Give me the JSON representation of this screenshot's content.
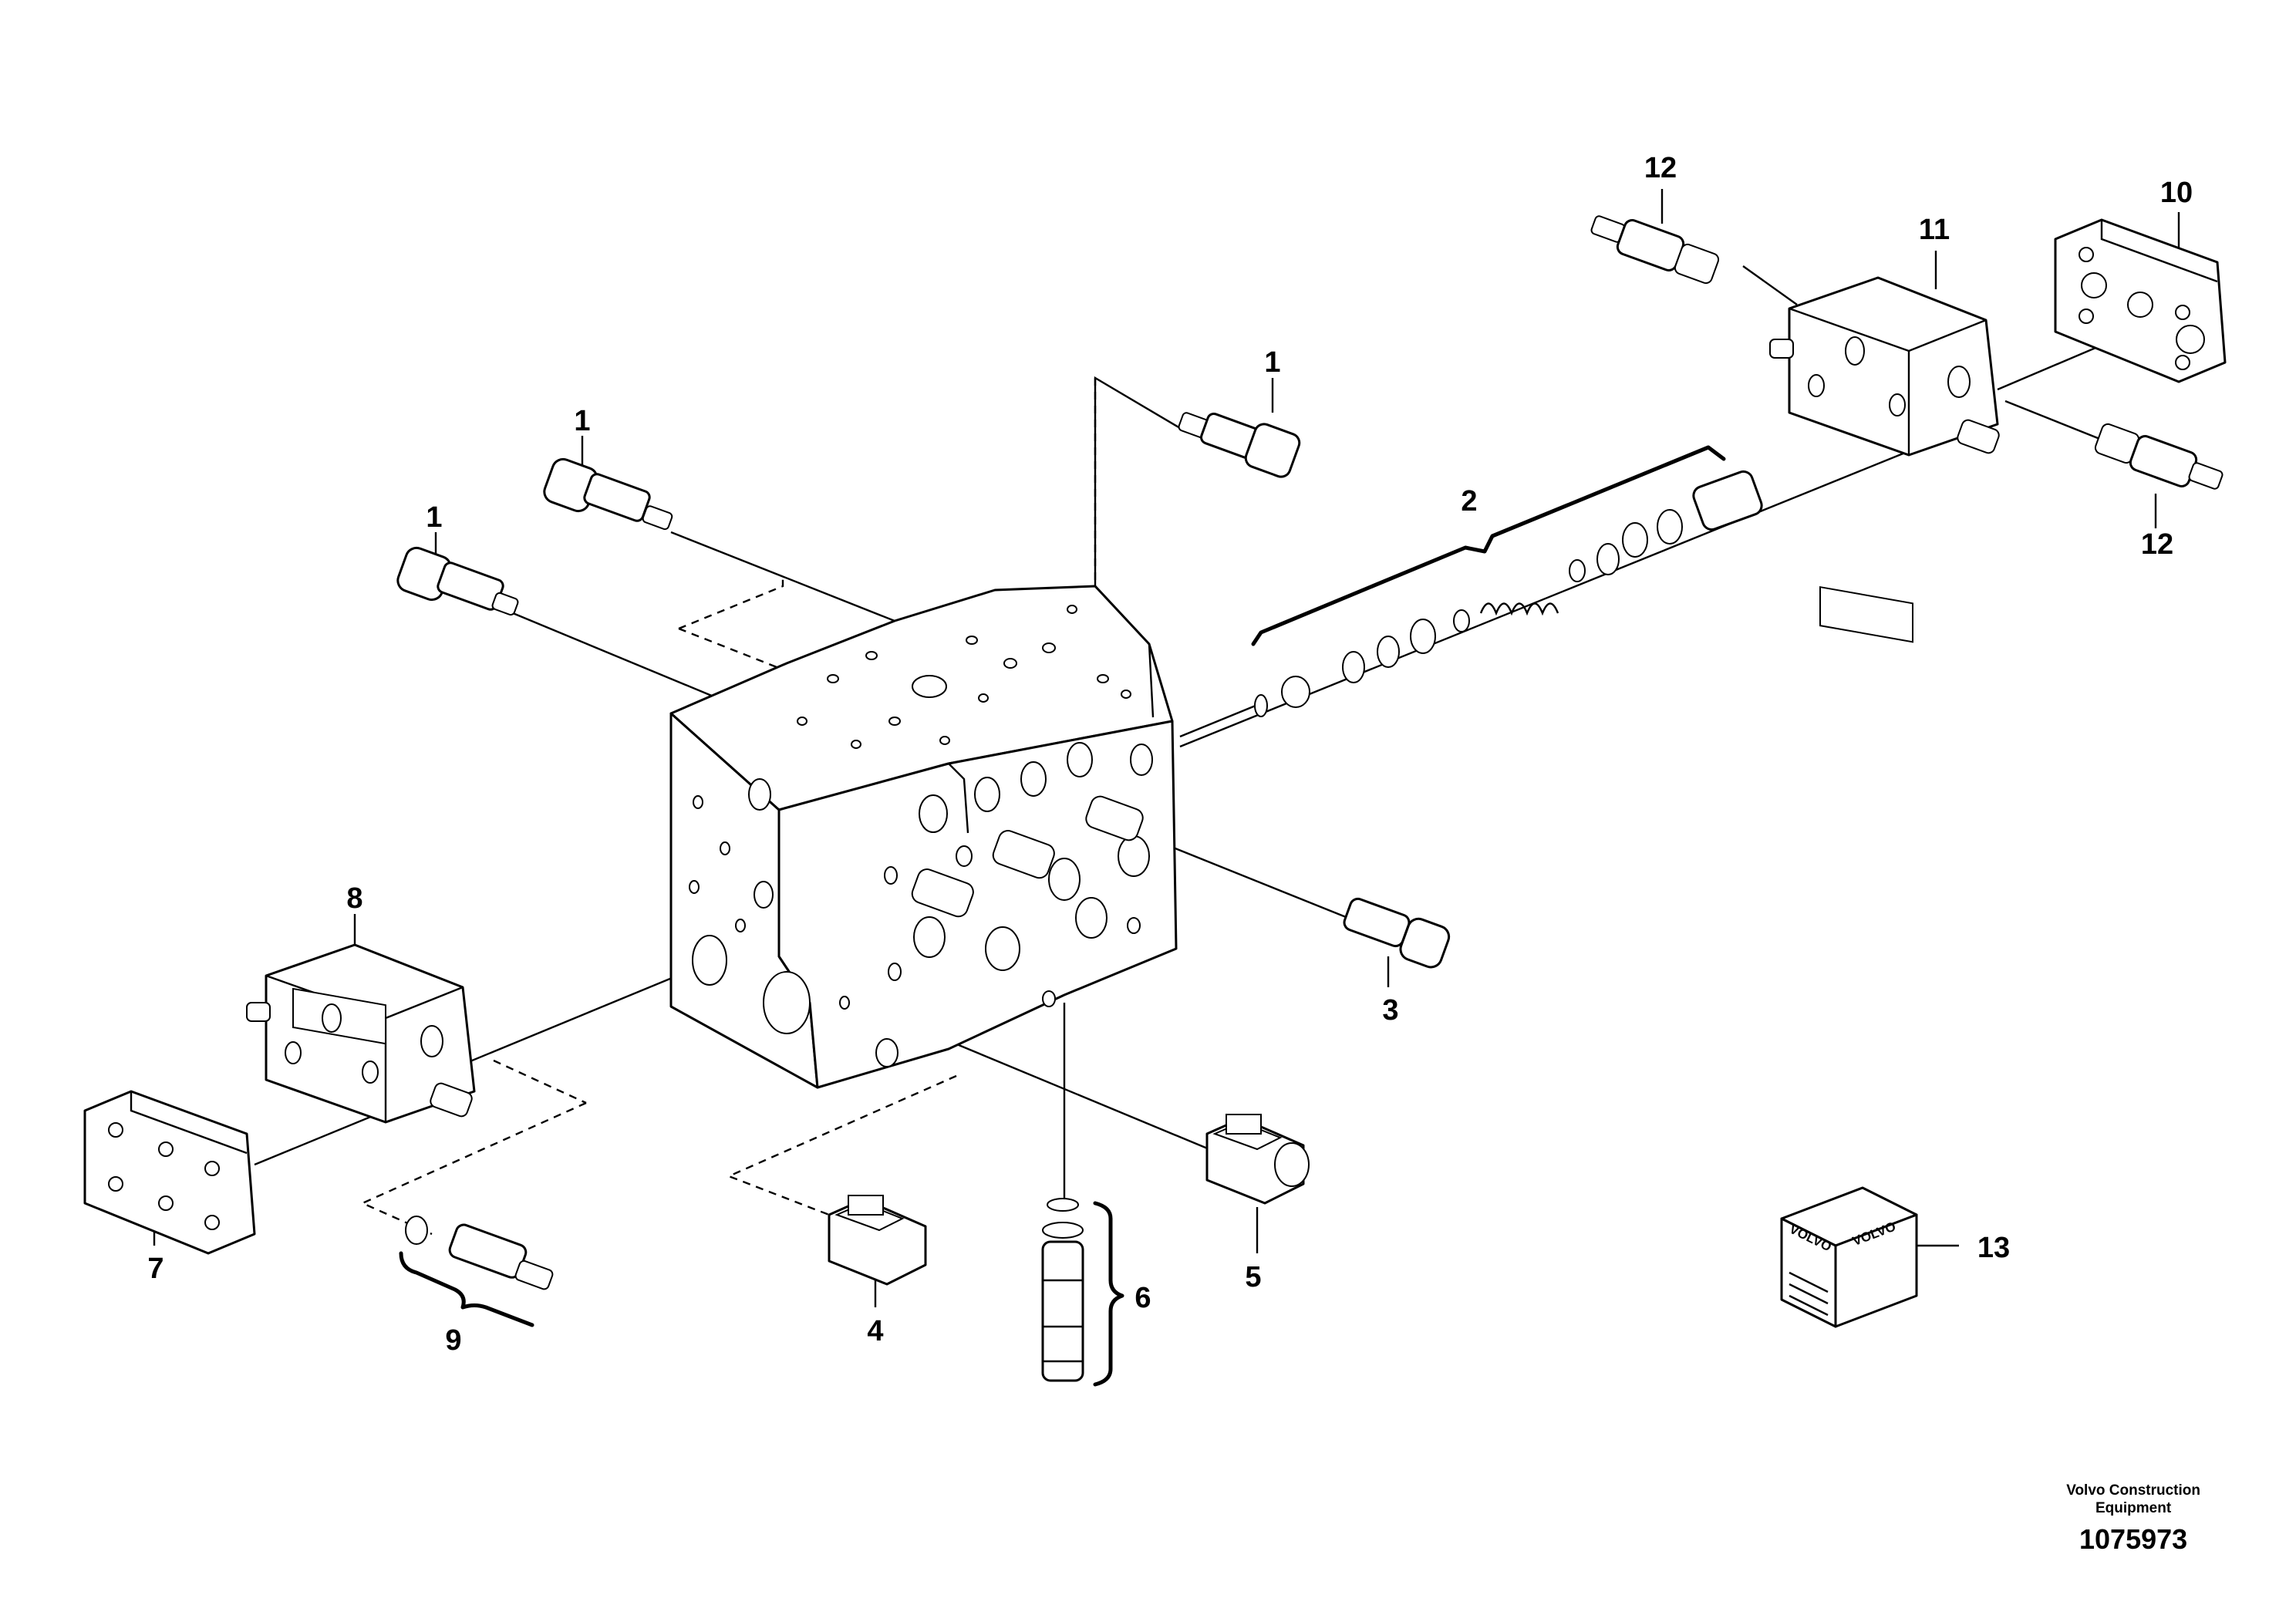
{
  "callouts": {
    "c1a": "1",
    "c1b": "1",
    "c1c": "1",
    "c2": "2",
    "c3": "3",
    "c4": "4",
    "c5": "5",
    "c6": "6",
    "c7": "7",
    "c8": "8",
    "c9": "9",
    "c10": "10",
    "c11": "11",
    "c12a": "12",
    "c12b": "12",
    "c13": "13"
  },
  "kit_box": {
    "brand_text": "VOLVO"
  },
  "footer": {
    "credit_line1": "Volvo Construction",
    "credit_line2": "Equipment",
    "drawing_number": "1075973"
  }
}
